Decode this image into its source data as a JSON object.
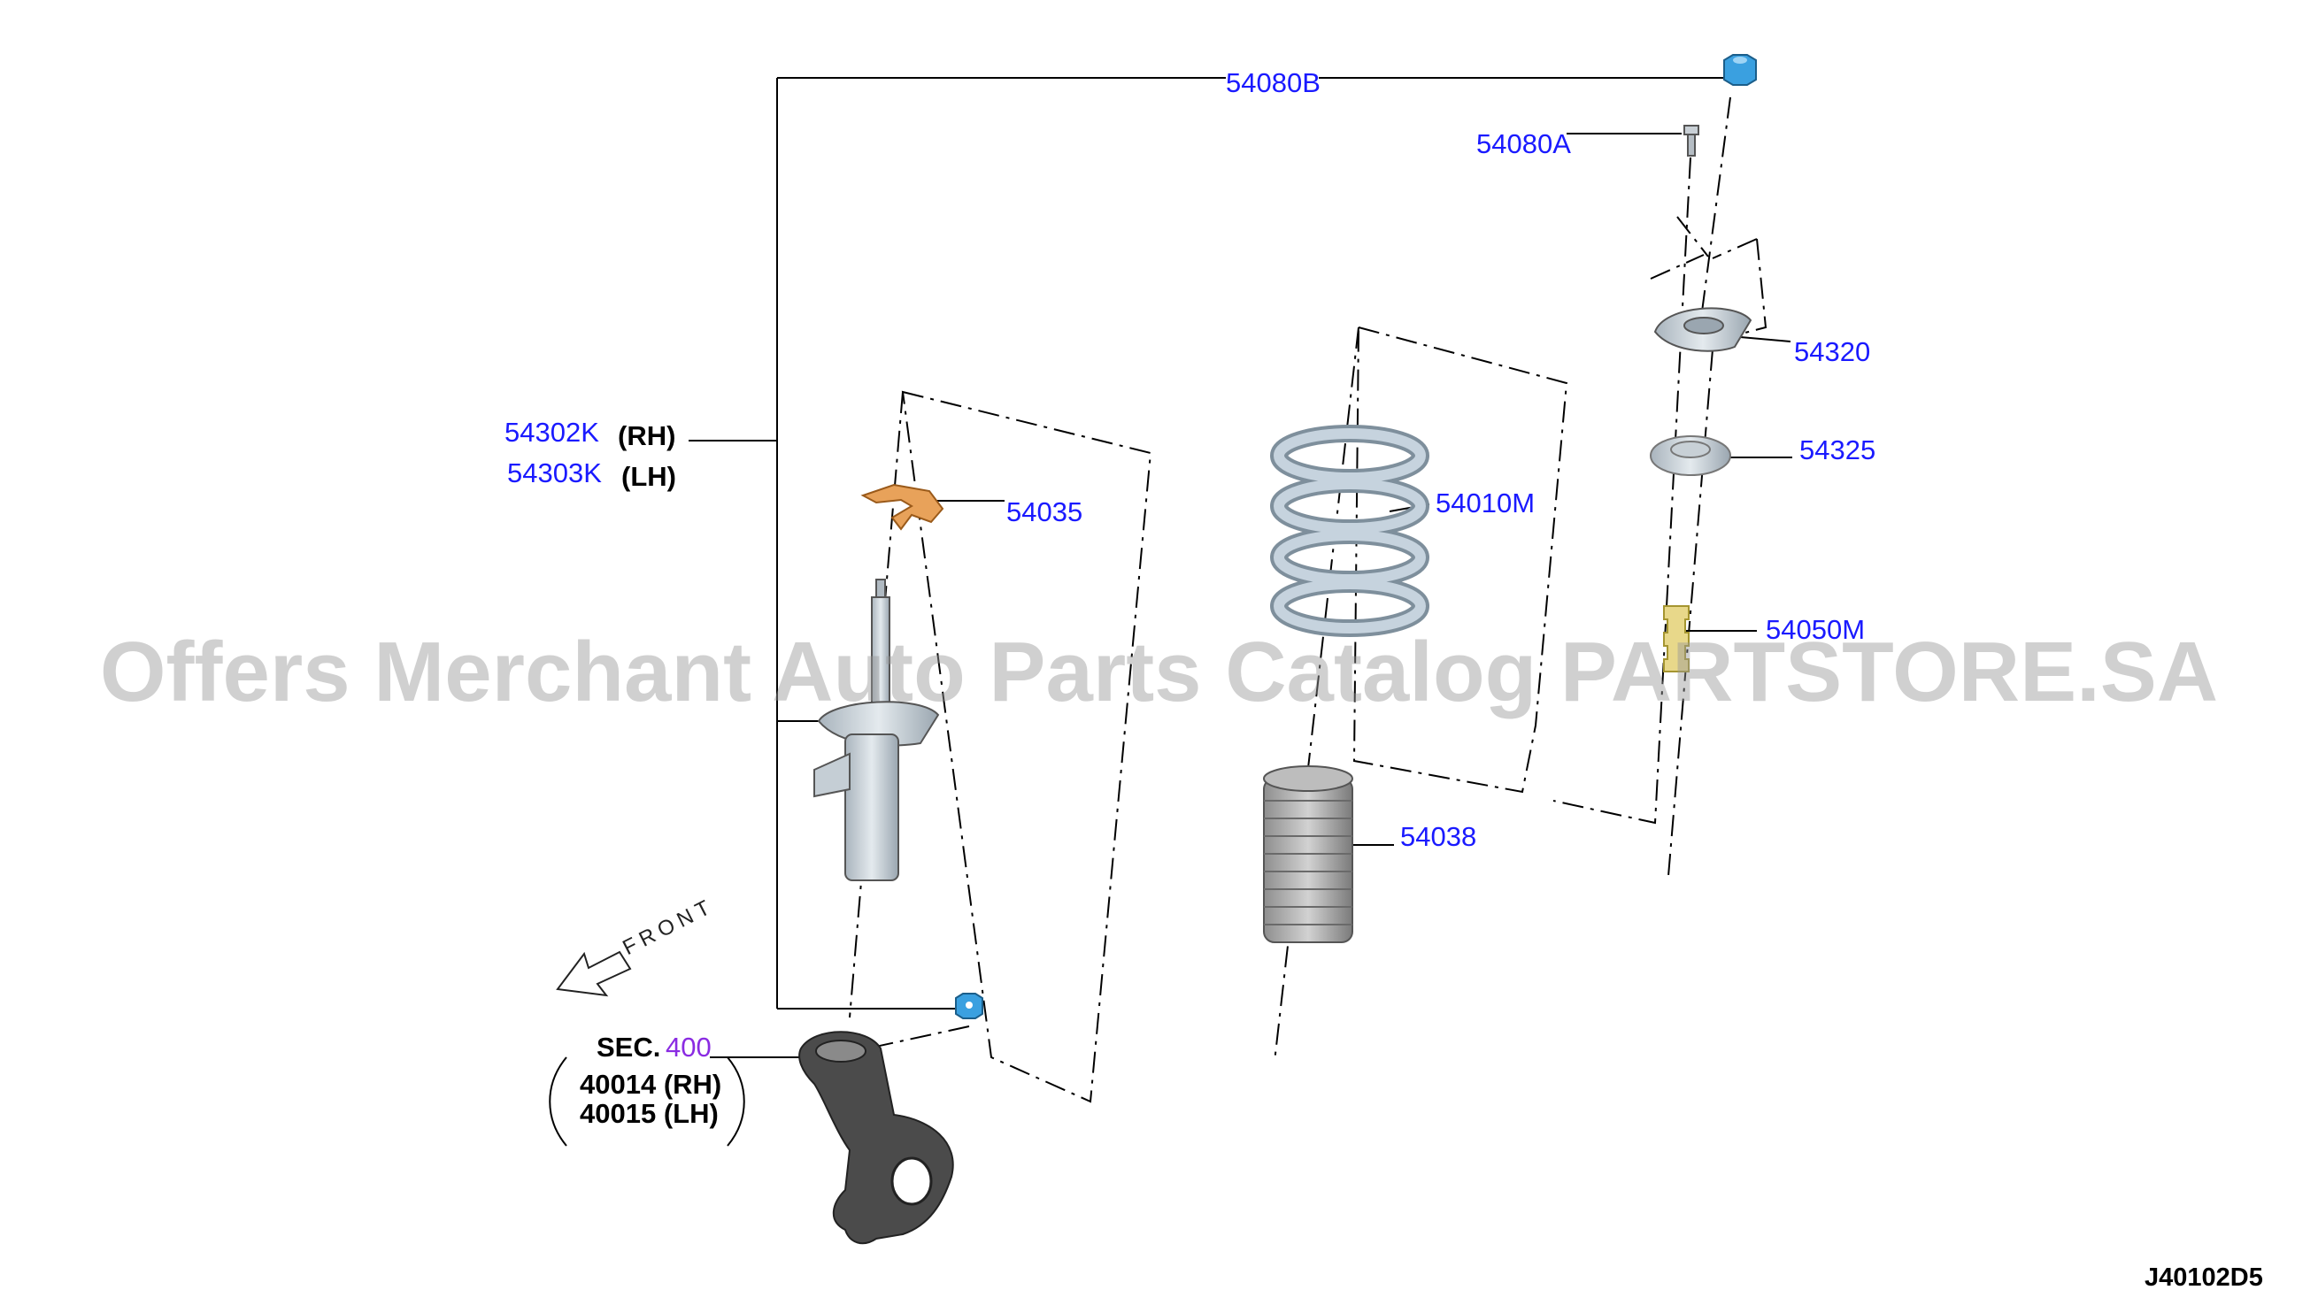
{
  "parts": {
    "p54080B": "54080B",
    "p54080A": "54080A",
    "p54320": "54320",
    "p54325": "54325",
    "p54050M": "54050M",
    "p54010M": "54010M",
    "p54038": "54038",
    "p54035": "54035",
    "p54302K": "54302K",
    "p54303K": "54303K"
  },
  "side": {
    "rh": "(RH)",
    "lh": "(LH)"
  },
  "sec": {
    "prefix": "SEC.",
    "number": "400",
    "line1": "40014 (RH)",
    "line2": "40015 (LH)"
  },
  "front_label": "FRONT",
  "diagram_code": "J40102D5",
  "watermark": "Offers Merchant Auto Parts Catalog PARTSTORE.SA",
  "colors": {
    "link": "#1a1aff",
    "sec_number": "#8a2be2",
    "nut": "#3aa0e0",
    "spring": "#b9c9d6",
    "bump_stop": "#e8d88a",
    "bracket": "#e8a25a",
    "knuckle": "#4b4b4b"
  },
  "icons": [
    "front-arrow-icon"
  ]
}
